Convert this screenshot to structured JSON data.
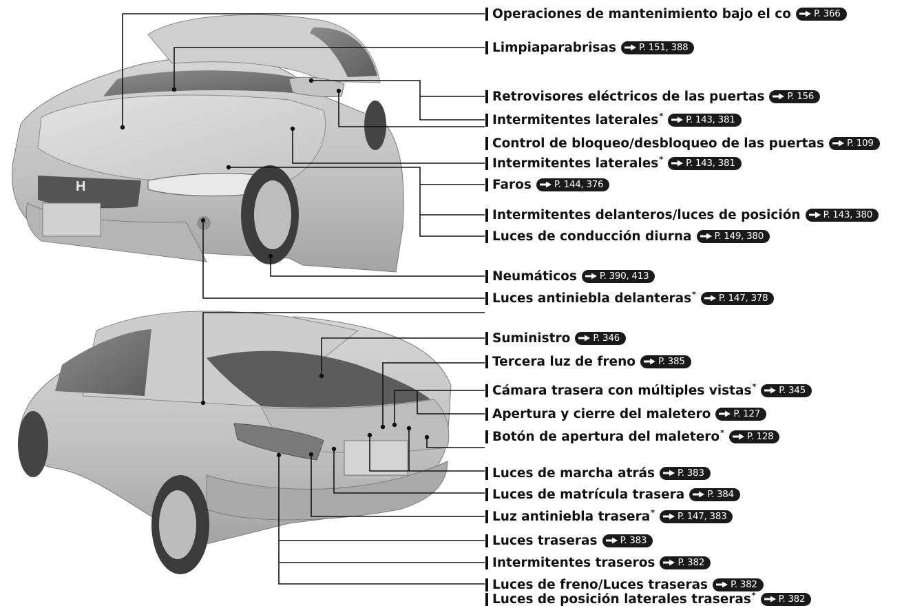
{
  "front_labels": [
    {
      "text": "Operaciones de mantenimiento bajo el co",
      "star": "",
      "ref": "P. 366"
    },
    {
      "text": "Limpiaparabrisas",
      "star": "",
      "ref": "P. 151, 388"
    },
    {
      "text": "Retrovisores eléctricos de las puertas",
      "star": "",
      "ref": "P. 156"
    },
    {
      "text": "Intermitentes laterales",
      "star": "*",
      "ref": "P. 143, 381"
    },
    {
      "text": "Control de bloqueo/desbloqueo de las puertas",
      "star": "",
      "ref": "P. 109"
    },
    {
      "text": "Intermitentes laterales",
      "star": "*",
      "ref": "P. 143, 381"
    },
    {
      "text": "Faros",
      "star": "",
      "ref": "P. 144, 376"
    },
    {
      "text": "Intermitentes delanteros/luces de posición",
      "star": "",
      "ref": "P. 143, 380"
    },
    {
      "text": "Luces de conducción diurna",
      "star": "",
      "ref": "P. 149, 380"
    },
    {
      "text": "Neumáticos",
      "star": "",
      "ref": "P. 390, 413"
    },
    {
      "text": "Luces antiniebla delanteras",
      "star": "*",
      "ref": "P. 147, 378"
    }
  ],
  "rear_labels": [
    {
      "text": "Suministro",
      "star": "",
      "ref": "P. 346"
    },
    {
      "text": "Tercera luz de freno",
      "star": "",
      "ref": "P. 385"
    },
    {
      "text": "Cámara trasera con múltiples vistas",
      "star": "*",
      "ref": "P. 345"
    },
    {
      "text": "Apertura y cierre del maletero",
      "star": "",
      "ref": "P. 127"
    },
    {
      "text": "Botón de apertura del maletero",
      "star": "*",
      "ref": "P. 128"
    },
    {
      "text": "Luces de marcha atrás",
      "star": "",
      "ref": "P. 383"
    },
    {
      "text": "Luces de matrícula trasera",
      "star": "",
      "ref": "P. 384"
    },
    {
      "text": "Luz antiniebla trasera",
      "star": "*",
      "ref": "P. 147, 383"
    },
    {
      "text": "Luces traseras",
      "star": "",
      "ref": "P. 383"
    },
    {
      "text": "Intermitentes traseros",
      "star": "",
      "ref": "P. 382"
    },
    {
      "text": "Luces de freno/Luces traseras",
      "star": "",
      "ref": "P. 382"
    },
    {
      "text": "Luces de posición laterales traseras",
      "star": "*",
      "ref": "P. 382"
    }
  ],
  "brand_badge": "H"
}
